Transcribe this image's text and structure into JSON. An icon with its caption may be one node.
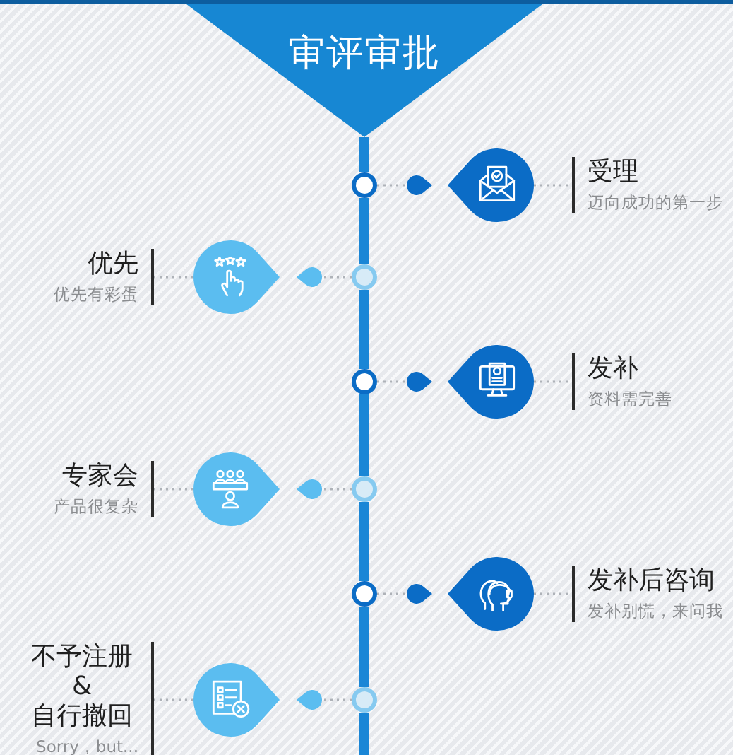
{
  "diagram": {
    "nodes": [
      {
        "text": [
          "审评审批"
        ]
      },
      {
        "text": [],
        "shape": "circle"
      },
      {
        "text": [],
        "shape": "drop"
      },
      {
        "text": [],
        "shape": "drop"
      },
      {
        "text": [
          "受理",
          "迈向成功的第一步"
        ]
      },
      {
        "text": [],
        "shape": "circle"
      },
      {
        "text": [],
        "shape": "drop"
      },
      {
        "text": [],
        "shape": "drop"
      },
      {
        "text": [
          "优先",
          "优先有彩蛋"
        ]
      },
      {
        "text": [],
        "shape": "circle"
      },
      {
        "text": [],
        "shape": "drop"
      },
      {
        "text": [],
        "shape": "drop"
      },
      {
        "text": [
          "发补",
          "资料需完善"
        ]
      },
      {
        "text": [],
        "shape": "circle"
      },
      {
        "text": [],
        "shape": "drop"
      },
      {
        "text": [],
        "shape": "drop"
      },
      {
        "text": [
          "专家会",
          "产品很复杂"
        ]
      },
      {
        "text": [],
        "shape": "circle"
      },
      {
        "text": [],
        "shape": "drop"
      },
      {
        "text": [],
        "shape": "drop"
      },
      {
        "text": [
          "发补后咨询",
          "发补别慌，来问我"
        ]
      },
      {
        "text": [],
        "shape": "circle"
      },
      {
        "text": [],
        "shape": "drop"
      },
      {
        "text": [],
        "shape": "drop"
      },
      {
        "text": [
          "不予注册 & 自行撤回",
          "Sorry，but..."
        ]
      }
    ],
    "edges": [
      {
        "from": 0,
        "to": 1,
        "arrow": "none",
        "style": "thick",
        "color": "#1a86d6"
      },
      {
        "from": 1,
        "to": 5,
        "arrow": "none",
        "style": "thick",
        "color": "#1a86d6"
      },
      {
        "from": 5,
        "to": 9,
        "arrow": "none",
        "style": "thick",
        "color": "#1a86d6"
      },
      {
        "from": 9,
        "to": 13,
        "arrow": "none",
        "style": "thick",
        "color": "#1a86d6"
      },
      {
        "from": 13,
        "to": 17,
        "arrow": "none",
        "style": "thick",
        "color": "#1a86d6"
      },
      {
        "from": 17,
        "to": 21,
        "arrow": "none",
        "style": "thick",
        "color": "#1a86d6"
      },
      {
        "from": 21,
        "to": null,
        "arrow": "none",
        "style": "thick",
        "color": "#1a86d6"
      },
      {
        "from": 1,
        "to": 2,
        "arrow": "none",
        "style": "dashed"
      },
      {
        "from": 3,
        "to": 4,
        "arrow": "none",
        "style": "dashed"
      },
      {
        "from": 5,
        "to": 6,
        "arrow": "none",
        "style": "dashed"
      },
      {
        "from": 7,
        "to": 8,
        "arrow": "none",
        "style": "dashed"
      },
      {
        "from": 9,
        "to": 10,
        "arrow": "none",
        "style": "dashed"
      },
      {
        "from": 11,
        "to": 12,
        "arrow": "none",
        "style": "dashed"
      },
      {
        "from": 13,
        "to": 14,
        "arrow": "none",
        "style": "dashed"
      },
      {
        "from": 15,
        "to": 16,
        "arrow": "none",
        "style": "dashed"
      },
      {
        "from": 17,
        "to": 18,
        "arrow": "none",
        "style": "dashed"
      },
      {
        "from": 19,
        "to": 20,
        "arrow": "none",
        "style": "dashed"
      },
      {
        "from": 21,
        "to": 22,
        "arrow": "none",
        "style": "dashed"
      },
      {
        "from": 23,
        "to": 24,
        "arrow": "none",
        "style": "dashed"
      }
    ]
  }
}
